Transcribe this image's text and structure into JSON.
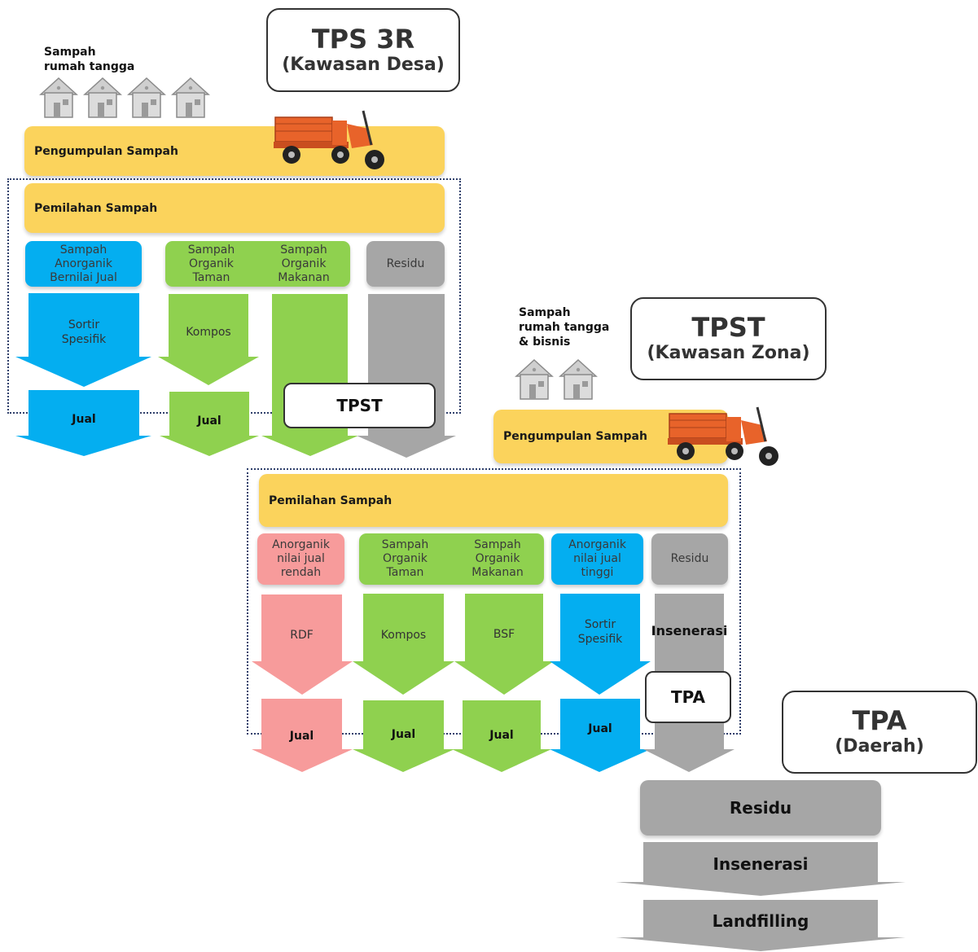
{
  "tps3r": {
    "title": "TPS 3R",
    "subtitle": "(Kawasan Desa)",
    "source_label": "Sampah\nrumah tangga",
    "collection": "Pengumpulan Sampah",
    "sorting": "Pemilahan Sampah",
    "categories": {
      "anorganik": "Sampah\nAnorganik\nBernilai Jual",
      "organik_taman": "Sampah\nOrganik\nTaman",
      "organik_makanan": "Sampah\nOrganik\nMakanan",
      "residu": "Residu"
    },
    "process": {
      "sortir": "Sortir\nSpesifik",
      "kompos": "Kompos"
    },
    "outputs": {
      "jual_blue": "Jual",
      "jual_green": "Jual"
    },
    "next_box": "TPST"
  },
  "tpst": {
    "title": "TPST",
    "subtitle": "(Kawasan Zona)",
    "source_label": "Sampah\nrumah tangga\n& bisnis",
    "collection": "Pengumpulan Sampah",
    "sorting": "Pemilahan Sampah",
    "categories": {
      "anorganik_rendah": "Anorganik\nnilai jual\nrendah",
      "organik_taman": "Sampah\nOrganik\nTaman",
      "organik_makanan": "Sampah\nOrganik\nMakanan",
      "anorganik_tinggi": "Anorganik\nnilai jual\ntinggi",
      "residu": "Residu"
    },
    "process": {
      "rdf": "RDF",
      "kompos": "Kompos",
      "bsf": "BSF",
      "sortir": "Sortir\nSpesifik",
      "insenerasi": "Insenerasi"
    },
    "outputs": {
      "jual_pink": "Jual",
      "jual_green1": "Jual",
      "jual_green2": "Jual",
      "jual_blue": "Jual"
    },
    "next_box": "TPA"
  },
  "tpa": {
    "title": "TPA",
    "subtitle": "(Daerah)",
    "steps": [
      "Residu",
      "Insenerasi",
      "Landfilling"
    ]
  },
  "colors": {
    "yellow": "#fbd35c",
    "blue": "#04aef0",
    "green": "#8fd14f",
    "grey": "#a6a6a6",
    "pink": "#f79b9b",
    "truck_orange": "#e8632a"
  },
  "icons": [
    "house-icon",
    "tricycle-truck-icon"
  ]
}
